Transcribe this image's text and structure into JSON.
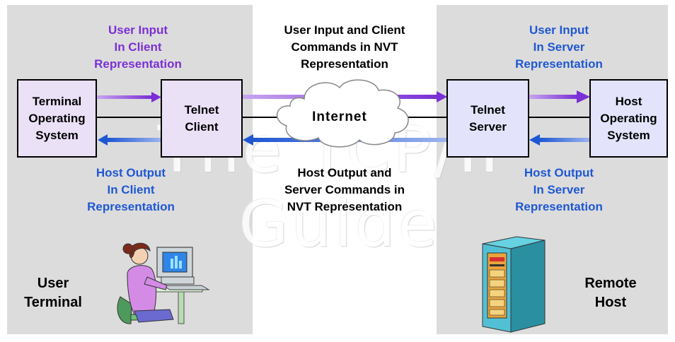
{
  "colors": {
    "panel": "#dcdcdc",
    "purple": "#7b2fd6",
    "blue": "#1f57d3",
    "client_box": "#ebe1f7",
    "server_box": "#e3e4fb"
  },
  "watermark": "The TCP/IP Guide",
  "labels": {
    "input_client": [
      "User Input",
      "In Client",
      "Representation"
    ],
    "input_nvt": [
      "User Input  and Client",
      "Commands in NVT",
      "Representation"
    ],
    "input_server": [
      "User Input",
      "In Server",
      "Representation"
    ],
    "output_client": [
      "Host Output",
      "In Client",
      "Representation"
    ],
    "output_nvt": [
      "Host Output and",
      "Server Commands in",
      "NVT Representation"
    ],
    "output_server": [
      "Host Output",
      "In Server",
      "Representation"
    ]
  },
  "boxes": {
    "terminal_os": [
      "Terminal",
      "Operating",
      "System"
    ],
    "telnet_client": [
      "Telnet",
      "Client"
    ],
    "telnet_server": [
      "Telnet",
      "Server"
    ],
    "host_os": [
      "Host",
      "Operating",
      "System"
    ]
  },
  "cloud_label": "Internet",
  "user_terminal": [
    "User",
    "Terminal"
  ],
  "remote_host": [
    "Remote",
    "Host"
  ],
  "icons": {
    "user": "person-at-computer-icon",
    "server": "server-rack-icon"
  }
}
